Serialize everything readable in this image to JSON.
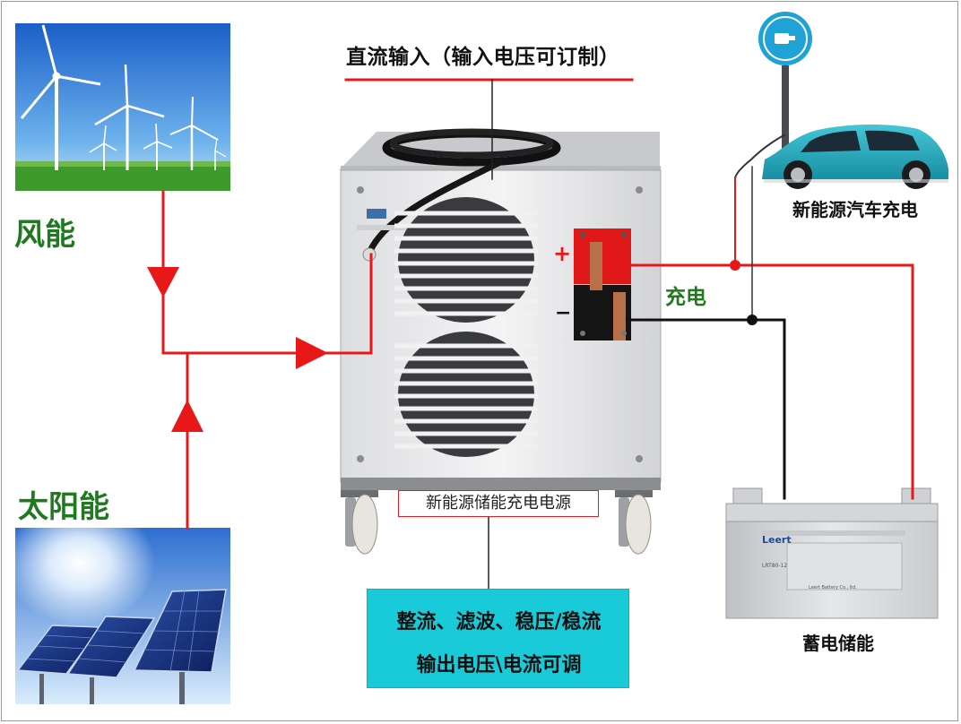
{
  "labels": {
    "dc_input": "直流输入（输入电压可订制）",
    "wind": "风能",
    "solar": "太阳能",
    "charging": "充电",
    "ev_charging": "新能源汽车充电",
    "storage": "蓄电储能",
    "device_name": "新能源储能充电电源",
    "function_line1": "整流、滤波、稳压/稳流",
    "function_line2": "输出电压\\电流可调"
  },
  "battery": {
    "brand": "Leert",
    "model": "LRT80-12",
    "maker": "Leert Battery Co., ltd."
  },
  "terminals": {
    "positive": "+",
    "negative": "−"
  },
  "colors": {
    "positive_line": "#e81818",
    "negative_line": "#111111",
    "label_green": "#1f7a1f",
    "function_box": "#19cbd8",
    "charger_sign": "#1fa3d6"
  },
  "icons": [
    "wind-turbine-icon",
    "solar-panel-icon",
    "power-supply-cabinet",
    "electric-car-icon",
    "charging-station-icon",
    "battery-icon",
    "flow-arrow-icon"
  ]
}
